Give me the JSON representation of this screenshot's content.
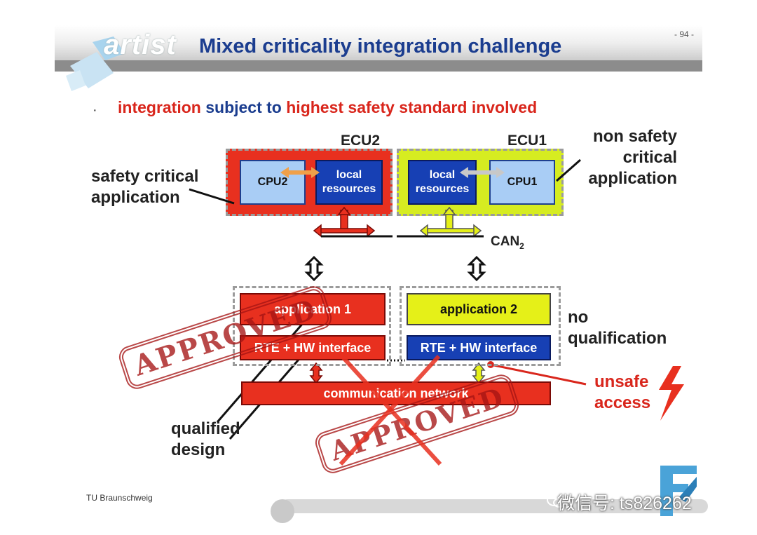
{
  "header": {
    "logo_text": "artist",
    "title": "Mixed criticality integration challenge",
    "page_number": "- 94 -"
  },
  "bullet": {
    "marker": "·",
    "parts": [
      "integration",
      "subject to",
      "highest safety standard involved"
    ],
    "colors": [
      "#d9261c",
      "#1b3d8f",
      "#d9261c"
    ]
  },
  "ecu2": {
    "label": "ECU2",
    "cpu": "CPU2",
    "local_line1": "local",
    "local_line2": "resources"
  },
  "ecu1": {
    "label": "ECU1",
    "cpu": "CPU1",
    "local_line1": "local",
    "local_line2": "resources"
  },
  "annotations": {
    "safety_critical_line1": "safety critical",
    "safety_critical_line2": "application",
    "non_safety_line1": "non safety",
    "non_safety_line2": "critical",
    "non_safety_line3": "application",
    "can_label": "CAN",
    "can_subscript": "2",
    "no_qualification_line1": "no",
    "no_qualification_line2": "qualification",
    "qualified_line1": "qualified",
    "qualified_line2": "design",
    "unsafe_line1": "unsafe",
    "unsafe_line2": "access"
  },
  "blocks": {
    "application1": "application 1",
    "application2": "application 2",
    "rte_left": "RTE + HW interface",
    "rte_right": "RTE + HW interface",
    "network": "communication network"
  },
  "stamps": {
    "stamp_text": "APPROVED"
  },
  "footer": {
    "left_text": "TU Braunschweig",
    "watermark": "微信号: ts826262"
  },
  "colors": {
    "ecu2_frame": "#e8301f",
    "ecu1_frame": "#d6ec21",
    "title_blue": "#1b3d8f",
    "alert_red": "#d9261c"
  }
}
